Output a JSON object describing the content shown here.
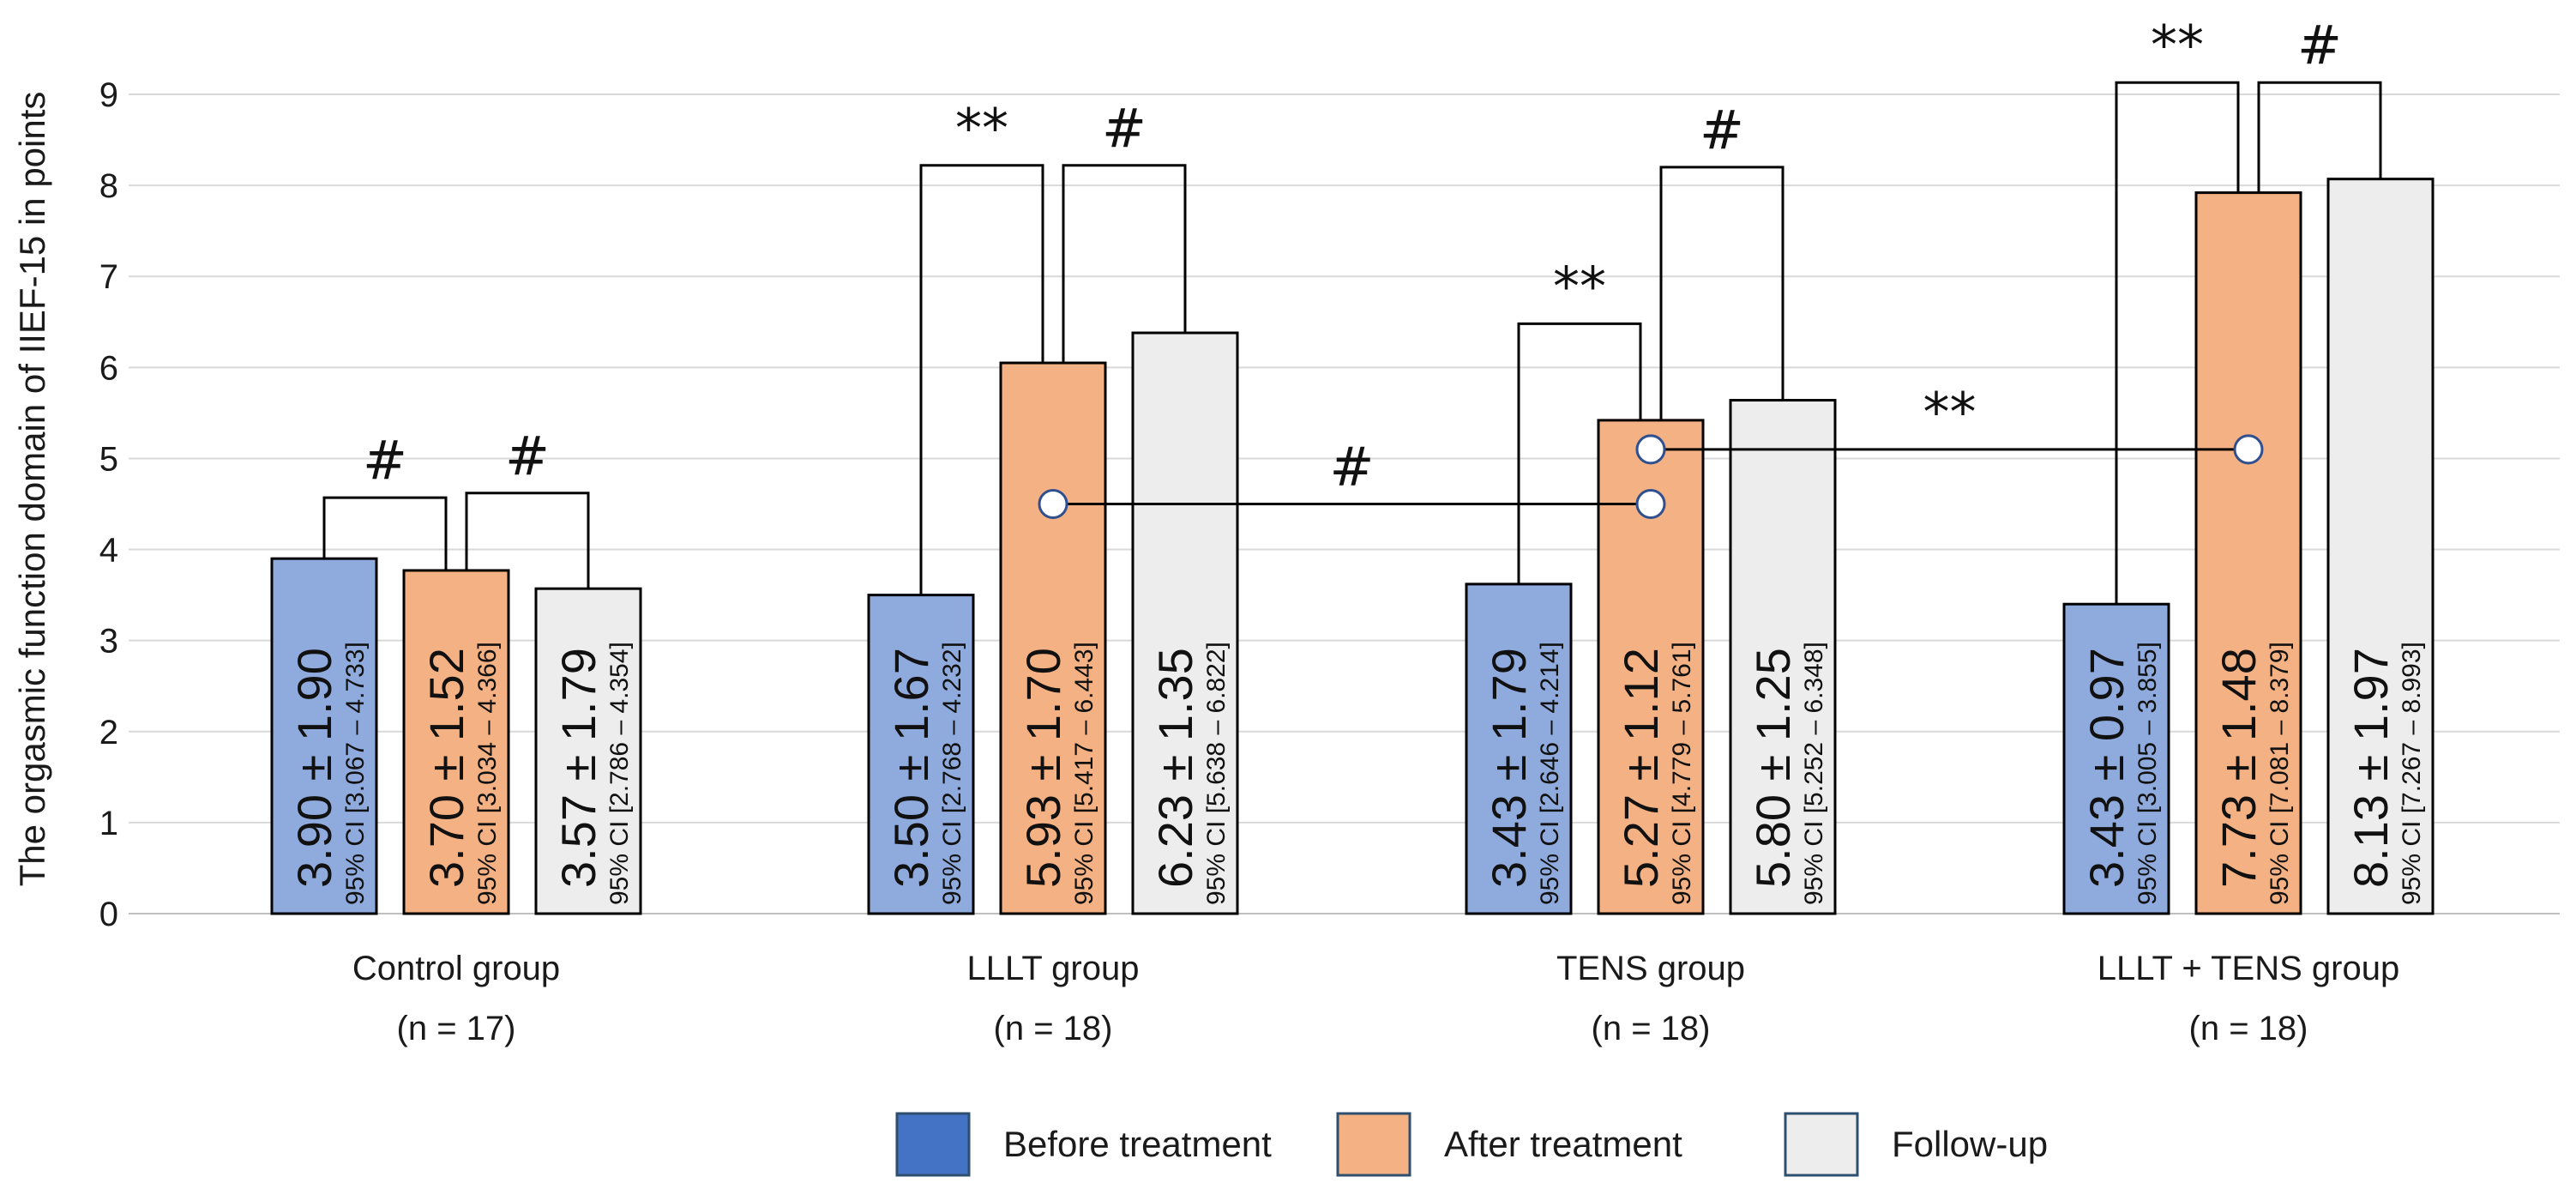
{
  "chart_data": {
    "type": "bar",
    "title": "",
    "ylabel": "The orgasmic function domain of IIEF-15 in points",
    "xlabel": "",
    "ylim": [
      0,
      9
    ],
    "yticks": [
      "0",
      "1",
      "2",
      "3",
      "4",
      "5",
      "6",
      "7",
      "8",
      "9"
    ],
    "grid": true,
    "legend_position": "bottom",
    "categories": [
      {
        "name": "Control group",
        "n": "(n = 17)"
      },
      {
        "name": "LLLT group",
        "n": "(n = 18)"
      },
      {
        "name": "TENS group",
        "n": "(n = 18)"
      },
      {
        "name": "LLLT + TENS group",
        "n": "(n = 18)"
      }
    ],
    "series": [
      {
        "name": "Before treatment",
        "color": "#8FAADC",
        "legend_color": "#4472C4",
        "values": [
          3.9,
          3.5,
          3.43,
          3.43
        ],
        "labels": [
          "3.90 ± 1.90",
          "3.50 ± 1.67",
          "3.43 ± 1.79",
          "3.43 ± 0.97"
        ],
        "ci": [
          "95% CI [3.067 – 4.733]",
          "95% CI [2.768 – 4.232]",
          "95% CI [2.646 – 4.214]",
          "95% CI [3.005 – 3.855]"
        ]
      },
      {
        "name": "After treatment",
        "color": "#F4B183",
        "legend_color": "#F4B183",
        "values": [
          3.7,
          5.93,
          5.27,
          7.73
        ],
        "labels": [
          "3.70 ± 1.52",
          "5.93 ± 1.70",
          "5.27 ± 1.12",
          "7.73 ± 1.48"
        ],
        "ci": [
          "95% CI [3.034 – 4.366]",
          "95% CI [5.417 – 6.443]",
          "95% CI [4.779 – 5.761]",
          "95% CI [7.081 – 8.379]"
        ]
      },
      {
        "name": "Follow-up",
        "color": "#EDEDED",
        "legend_color": "#EDEDED",
        "values": [
          3.57,
          6.23,
          5.8,
          8.13
        ],
        "labels": [
          "3.57 ± 1.79",
          "6.23 ± 1.35",
          "5.80 ± 1.25",
          "8.13 ± 1.97"
        ],
        "ci": [
          "95% CI [2.786 – 4.354]",
          "95% CI [5.638 – 6.822]",
          "95% CI [5.252 – 6.348]",
          "95% CI [7.267 – 8.993]"
        ]
      }
    ],
    "bar_display_values": [
      [
        3.9,
        3.77,
        3.57
      ],
      [
        3.5,
        6.05,
        6.38
      ],
      [
        3.62,
        5.42,
        5.64
      ],
      [
        3.4,
        7.92,
        8.07
      ]
    ],
    "within_group_significance": [
      {
        "group": 0,
        "from_series": 0,
        "to_series": 1,
        "symbol": "#",
        "level": 4.57
      },
      {
        "group": 0,
        "from_series": 1,
        "to_series": 2,
        "symbol": "#",
        "level": 4.62
      },
      {
        "group": 1,
        "from_series": 0,
        "to_series": 1,
        "symbol": "**",
        "level": 8.22
      },
      {
        "group": 1,
        "from_series": 1,
        "to_series": 2,
        "symbol": "#",
        "level": 8.22
      },
      {
        "group": 2,
        "from_series": 0,
        "to_series": 1,
        "symbol": "**",
        "level": 6.48
      },
      {
        "group": 2,
        "from_series": 1,
        "to_series": 2,
        "symbol": "#",
        "level": 8.2
      },
      {
        "group": 3,
        "from_series": 0,
        "to_series": 1,
        "symbol": "**",
        "level": 9.13
      },
      {
        "group": 3,
        "from_series": 1,
        "to_series": 2,
        "symbol": "#",
        "level": 9.13
      }
    ],
    "between_group_comparisons": [
      {
        "from_group": 1,
        "to_group": 2,
        "series": 1,
        "symbol": "#",
        "level": 4.5
      },
      {
        "from_group": 2,
        "to_group": 3,
        "series": 1,
        "symbol": "**",
        "level": 5.1
      }
    ]
  }
}
